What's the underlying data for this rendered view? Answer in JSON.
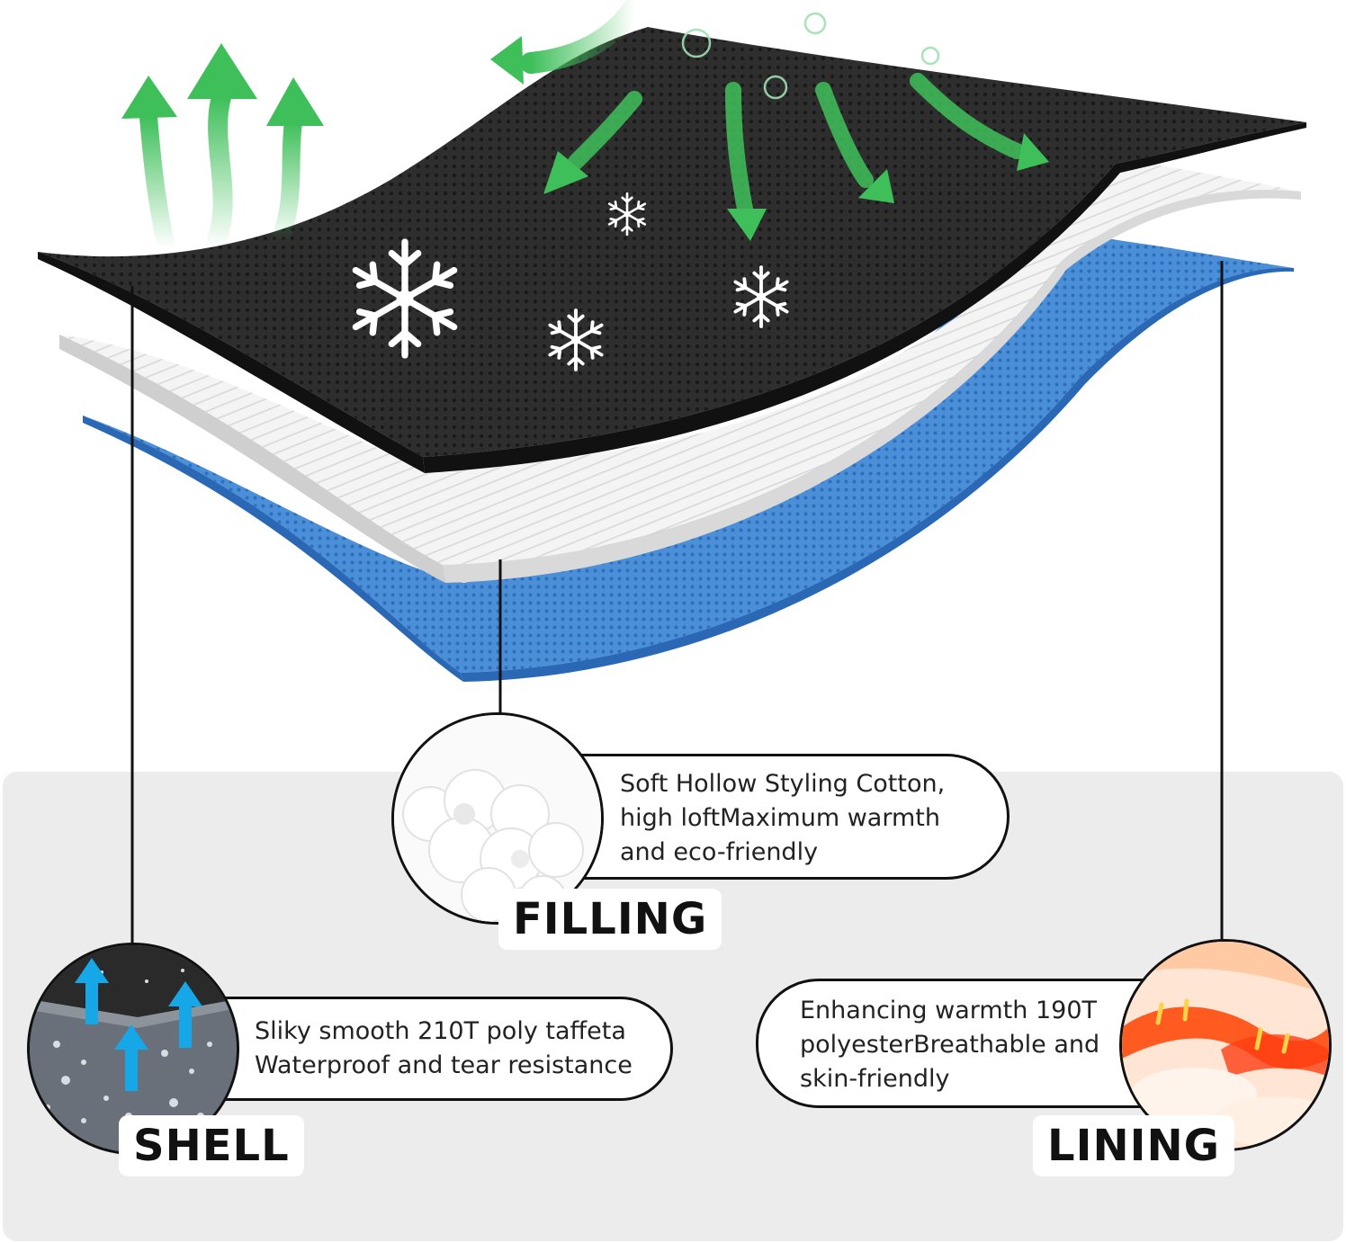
{
  "colors": {
    "shell_black": "#2b2b2b",
    "filling_white": "#f2f2f2",
    "lining_blue": "#3b82d2",
    "arrow_green": "#3fbf5a",
    "panel_gray": "#ececec",
    "outline": "#111111"
  },
  "icons": [
    "green-arrow-icon",
    "snowflake-icon",
    "water-droplet-icon",
    "blue-arrow-icon",
    "heat-wave-icon"
  ],
  "layers": {
    "shell": {
      "label": "SHELL",
      "description_lines": [
        "Sliky smooth 210T poly taffeta",
        "Waterproof and tear resistance"
      ]
    },
    "filling": {
      "label": "FILLING",
      "description_lines": [
        "Soft Hollow Styling Cotton,",
        "high loftMaximum warmth",
        "and eco-friendly"
      ]
    },
    "lining": {
      "label": "LINING",
      "description_lines": [
        "Enhancing warmth 190T",
        "polyesterBreathable and",
        "skin-friendly"
      ]
    }
  }
}
